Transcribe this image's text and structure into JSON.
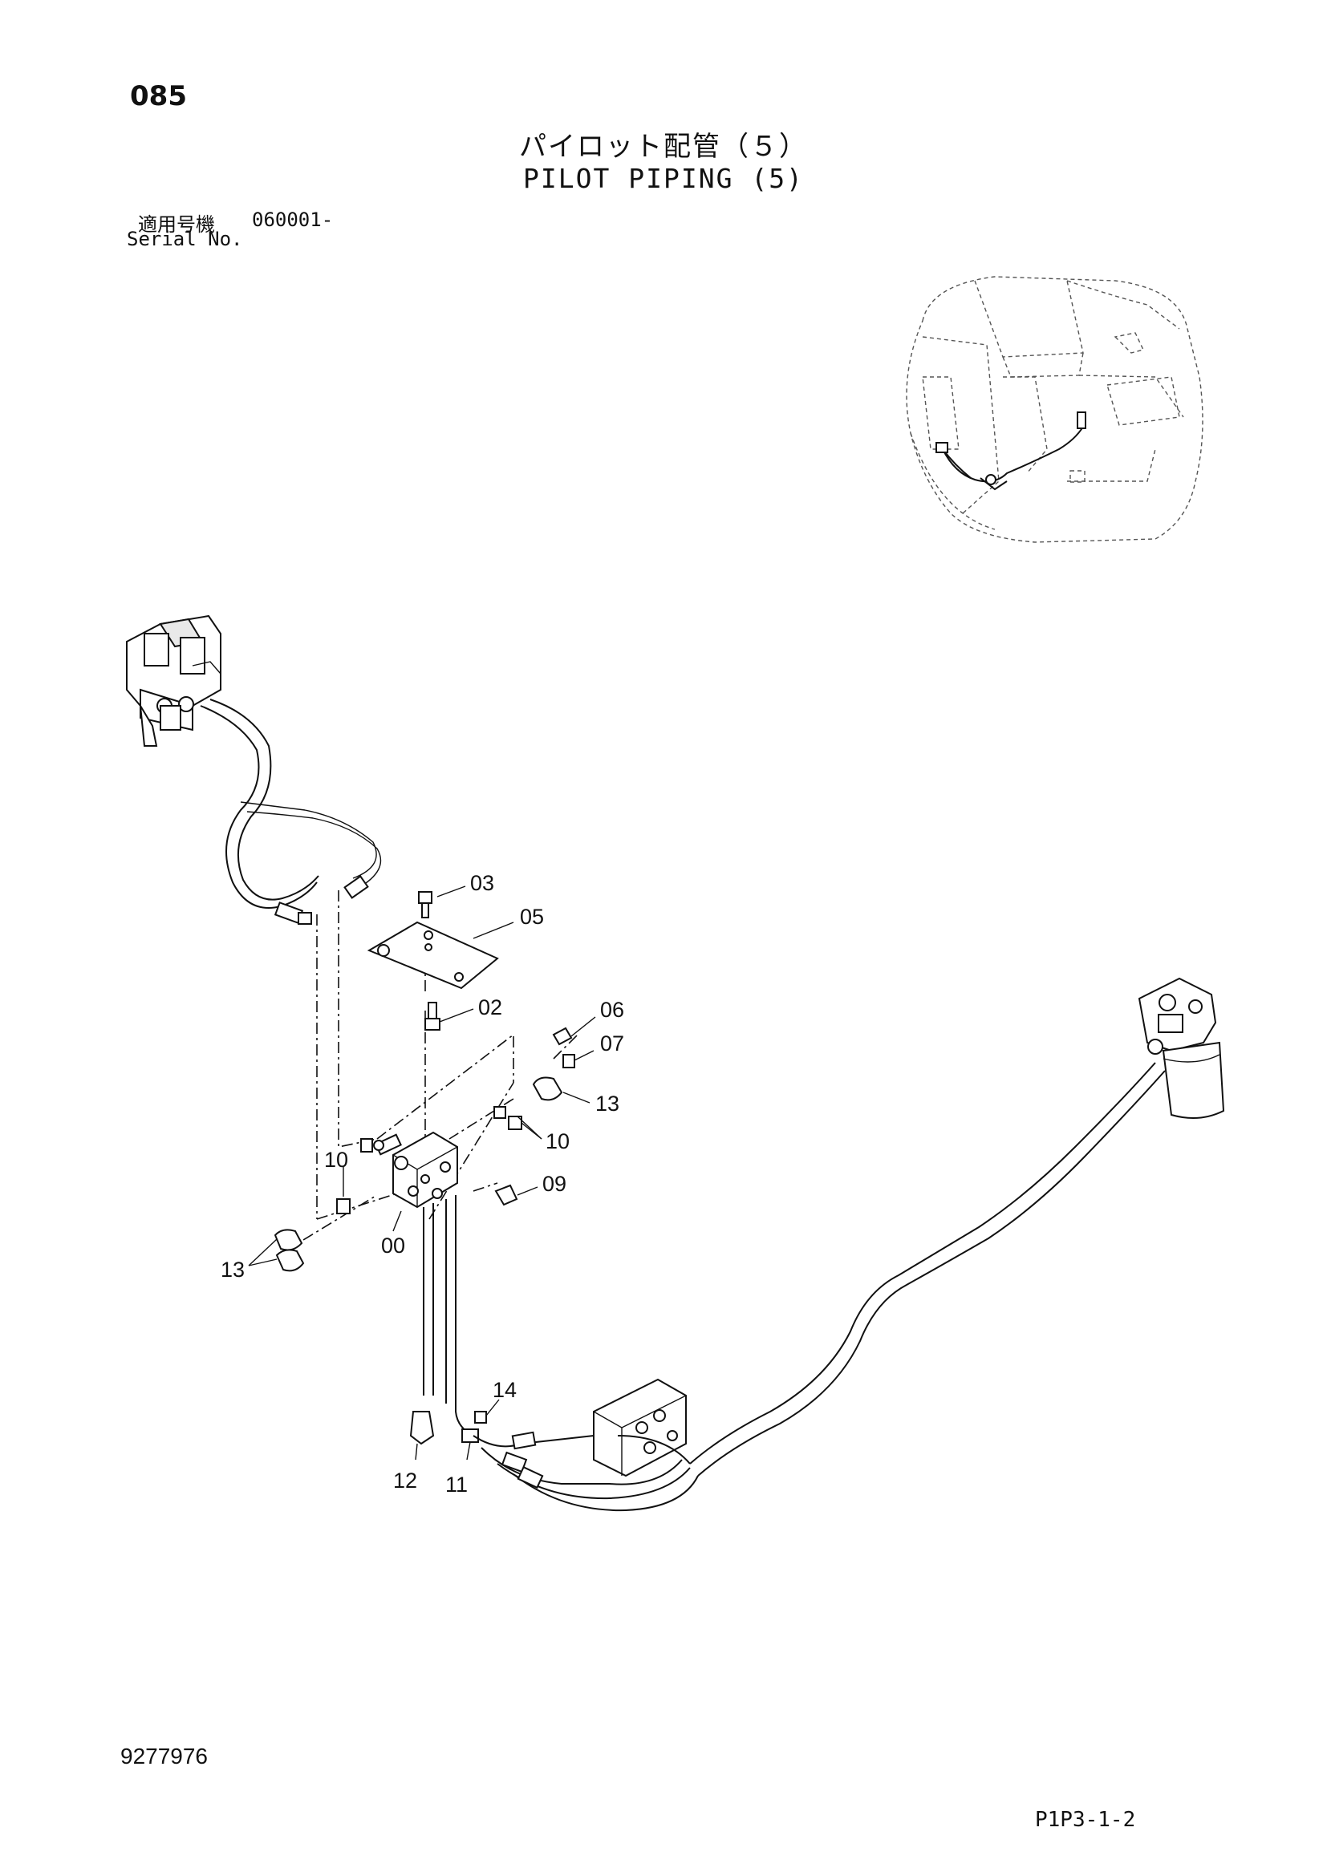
{
  "header": {
    "page_number": "085",
    "title_jp": "パイロット配管（５）",
    "title_en": "PILOT PIPING (5)",
    "serial_label_jp": "適用号機",
    "serial_value": "060001-",
    "serial_label_en": "Serial No."
  },
  "callouts": [
    "03",
    "05",
    "02",
    "06",
    "07",
    "13",
    "10",
    "10",
    "09",
    "00",
    "13",
    "14",
    "12",
    "11"
  ],
  "footer": {
    "document_number": "9277976",
    "page_code": "P1P3-1-2"
  }
}
